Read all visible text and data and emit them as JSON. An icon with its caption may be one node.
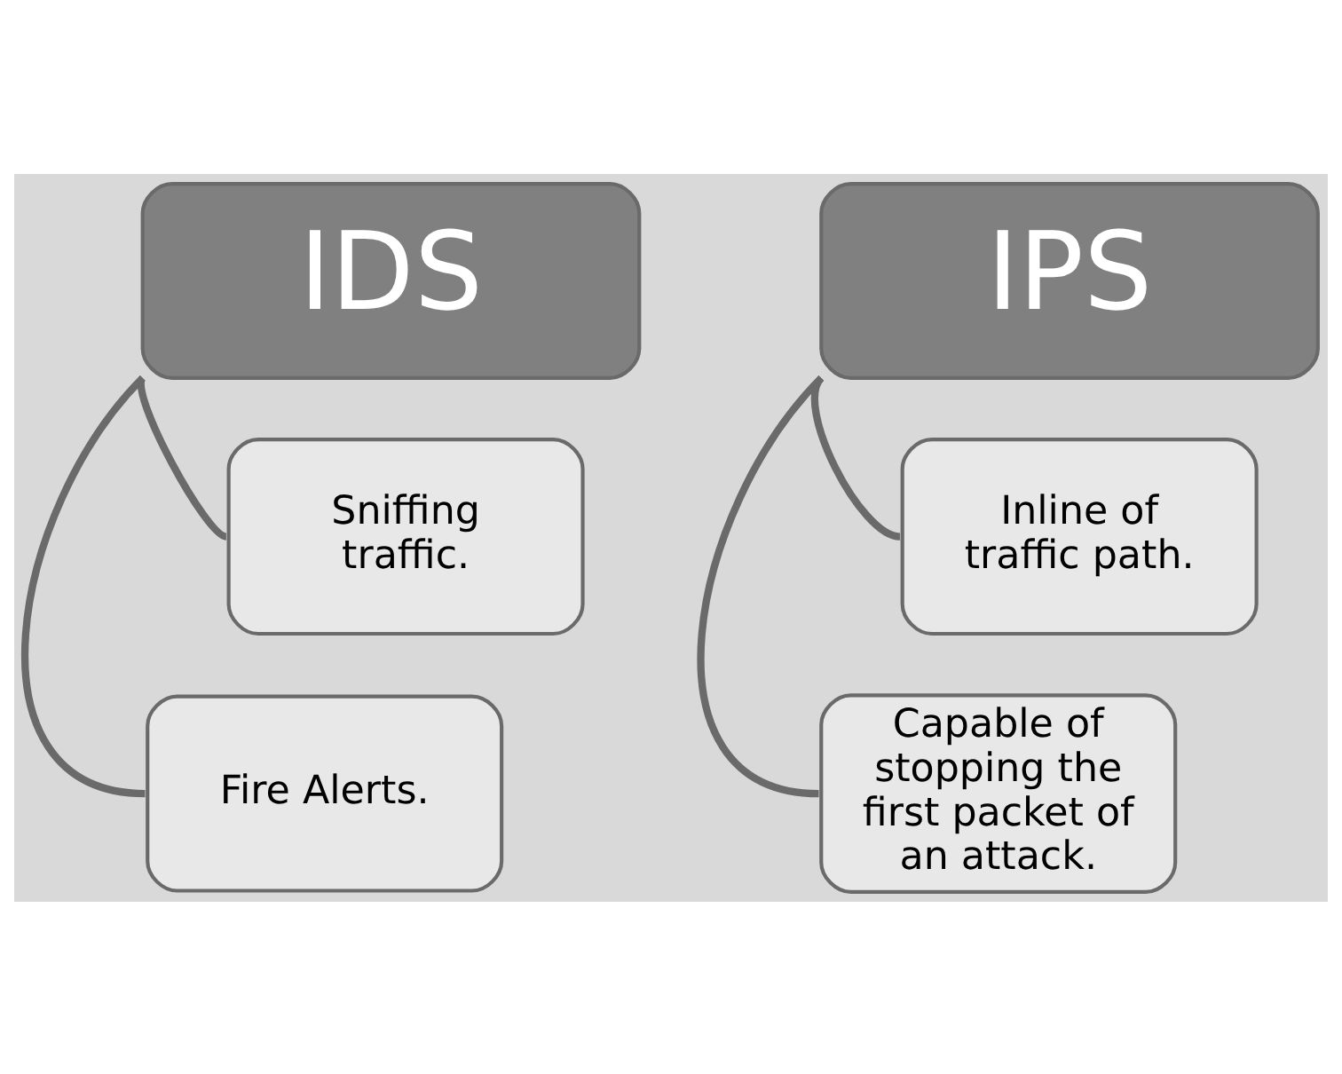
{
  "diagram": {
    "nodes": [
      {
        "text": [
          "IDS"
        ]
      },
      {
        "text": [
          "Sniffing traffic."
        ]
      },
      {
        "text": [
          "Fire Alerts."
        ]
      },
      {
        "text": [
          "IPS"
        ]
      },
      {
        "text": [
          "Inline of traffic path."
        ]
      },
      {
        "text": [
          "Capable of stopping the first packet of an attack."
        ]
      }
    ],
    "edges": [
      {
        "from": 0,
        "to": 1,
        "arrow": "none"
      },
      {
        "from": 0,
        "to": 2,
        "arrow": "none"
      },
      {
        "from": 3,
        "to": 4,
        "arrow": "none"
      },
      {
        "from": 3,
        "to": 5,
        "arrow": "none"
      }
    ]
  }
}
